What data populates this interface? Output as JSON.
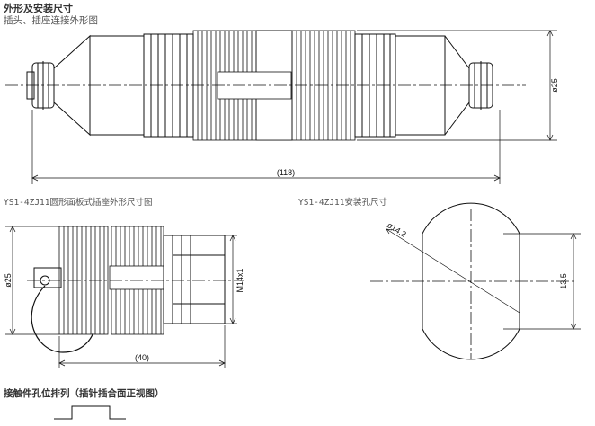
{
  "headings": {
    "main_title": "外形及安装尺寸",
    "subtitle": "插头、插座连接外形图",
    "panel_socket_title": "YS1-4ZJ11圆形面板式插座外形尺寸图",
    "panel_hole_title": "YS1-4ZJ11安装孔尺寸",
    "contact_title": "接触件孔位排列（插针插合面正视图）"
  },
  "dimensions": {
    "connector_diameter": "ø25",
    "connector_length": "(118)",
    "socket_diameter": "ø25",
    "socket_thread": "M14x1",
    "socket_length": "(40)",
    "hole_diameter": "ø14.2",
    "hole_flat": "13.5"
  },
  "colors": {
    "line": "#111111",
    "text": "#222222"
  }
}
